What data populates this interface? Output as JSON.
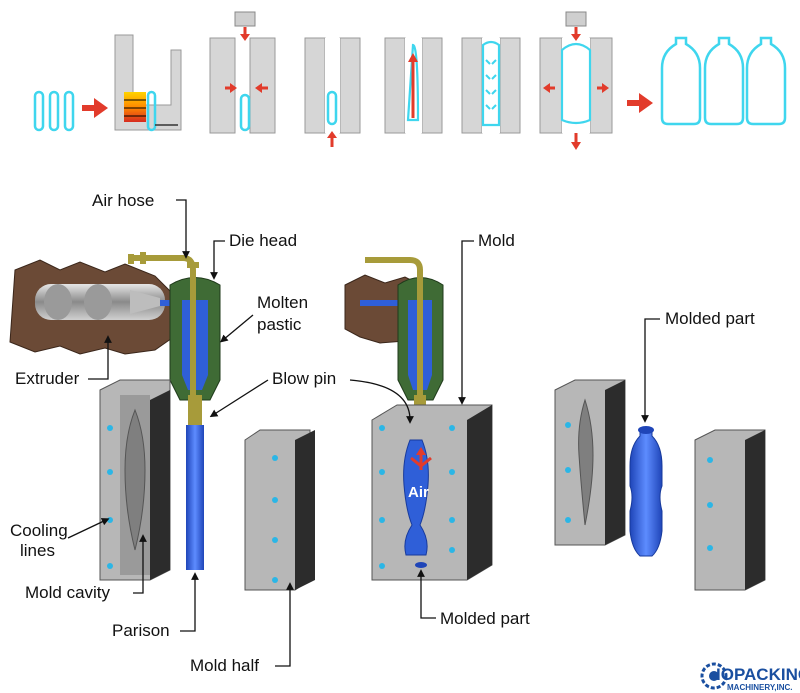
{
  "labels": {
    "air_hose": "Air hose",
    "die_head": "Die head",
    "molten_plastic_1": "Molten",
    "molten_plastic_2": "pastic",
    "extruder": "Extruder",
    "blow_pin": "Blow pin",
    "cooling_lines_1": "Cooling",
    "cooling_lines_2": "lines",
    "mold_cavity": "Mold cavity",
    "parison": "Parison",
    "mold_half": "Mold half",
    "mold": "Mold",
    "molded_part_center": "Molded part",
    "molded_part_right": "Molded part",
    "air": "Air"
  },
  "logo": {
    "main": "IOPACKING",
    "sub": "MACHINERY,INC."
  },
  "colors": {
    "mold_gray": "#b7b7b7",
    "mold_dark": "#2c2c2c",
    "plastic_blue": "#2f5fd8",
    "preform_cyan": "#3fd6ee",
    "arrow_red": "#e23b2b",
    "die_green": "#3f6b35",
    "hose_olive": "#a79b3a",
    "extruder_brown": "#6b4a36"
  }
}
